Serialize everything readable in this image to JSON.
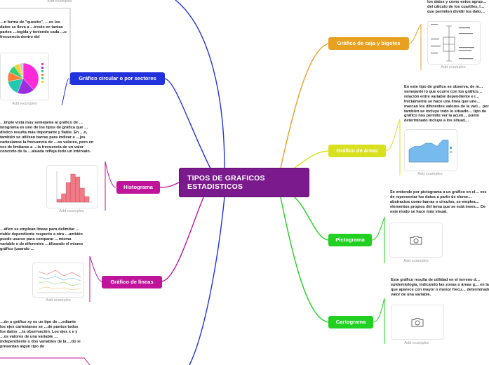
{
  "central": {
    "title": "TIPOS DE GRAFICOS ESTADISTICOS",
    "color": "#7a1a8c"
  },
  "common": {
    "add_examples": "Add examples"
  },
  "branches": {
    "circular": {
      "label": "Gráfico circular o por sectores",
      "color": "#2233dd",
      "description": "…n forma de \"quesito\", …os los datos se lleva a …írculo en tantas partes …tegida y teniendo cada …u frecuencia dentro del"
    },
    "histograma": {
      "label": "Histograma",
      "color": "#c0149b",
      "description": "…imple vista muy semejante al gráfico de …istograma es uno de los tipos de gráfica que …dístico resulta más importante y fiable. En …n, también se utilizan barras para indicar a …jes cartesianos la frecuencia de …os valores, pero en vez de limitarse a …la frecuencia de un valor concreto de la …aluada refleja todo un intérvalo."
    },
    "lineas": {
      "label": "Gráfico de líneas",
      "color": "#c0149b",
      "description": "…áfico se emplean líneas para delimitar …riable dependiente respecto a otra …ambién puede usarse para comparar …misma variable o de diferentes …tilizando el mismo gráfico (usando …"
    },
    "dispersion": {
      "description": "…ón o gráfico xy es un tipo de …ediante los ejes cartesianos se …de puntos todos los datos …la observación. Los ejes x e y …os valores de una variable …independiente o dos variables de la …do si presentan algún tipo de"
    },
    "caja": {
      "label": "Gráfico de caja y bigotes",
      "color": "#e8a020",
      "description": "los datos y como estos agrup… del cálculo de los cuartiles, l… que permiten dividir los dato…"
    },
    "areas": {
      "label": "Gráfico de áreas",
      "color": "#d9e020",
      "description": "En este tipo de gráfico se observa, de m… semejante lo que ocurre con los gráfico… relación entre variable dependiente e i… Inicialmente se hace una línea que une… marcan los diferentes valores de la vari… pero también se incluye todo lo situado… tipo de gráfico nos permite ver la acum… punto determinado incluye a los situad…"
    },
    "pictograma": {
      "label": "Pictograma",
      "color": "#22d022",
      "description": "Se entiende por pictograma a un gráfico en el… vez de representar los datos a partir de eleme… abstractos como barras o círculos, se emplea… elementos propios del tema que se está inves… De este modo se hace más visual."
    },
    "cartograma": {
      "label": "Cartograma",
      "color": "#22d022",
      "description": "Este gráfico resulta de utilidad en el terreno d… epidemiología, indicando las zonas o áreas g… en las que aparece con mayor o menor frecu… determinado valor de una variable."
    }
  },
  "thumbnails": {
    "pie": {
      "slices": [
        38,
        18,
        16,
        10,
        8,
        6,
        4
      ],
      "colors": [
        "#ff2bd8",
        "#9b2de0",
        "#22c9b0",
        "#ff7f3a",
        "#2fd07a",
        "#f2d330",
        "#d0d0d0"
      ]
    },
    "histogram": {
      "values": [
        1,
        3,
        7,
        10,
        9,
        5,
        2
      ],
      "color": "#f07a86"
    },
    "area": {
      "values": [
        4,
        5,
        5,
        6,
        6,
        5,
        7,
        7
      ],
      "color": "#4aa3e8"
    }
  },
  "icons": {
    "camera": "camera-icon"
  }
}
